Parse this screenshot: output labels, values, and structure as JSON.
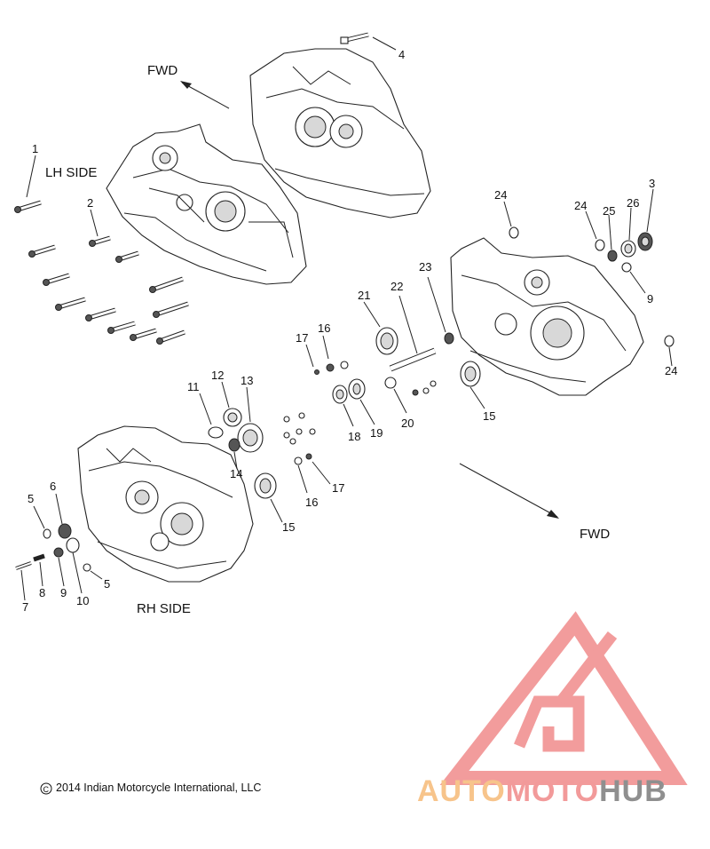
{
  "labels": {
    "fwd_top": "FWD",
    "fwd_bottom": "FWD",
    "lh_side": "LH SIDE",
    "rh_side": "RH SIDE"
  },
  "callouts": [
    {
      "id": "c1",
      "text": "1"
    },
    {
      "id": "c2",
      "text": "2"
    },
    {
      "id": "c3",
      "text": "3"
    },
    {
      "id": "c4",
      "text": "4"
    },
    {
      "id": "c5a",
      "text": "5"
    },
    {
      "id": "c5b",
      "text": "5"
    },
    {
      "id": "c6",
      "text": "6"
    },
    {
      "id": "c7",
      "text": "7"
    },
    {
      "id": "c8",
      "text": "8"
    },
    {
      "id": "c9a",
      "text": "9"
    },
    {
      "id": "c9b",
      "text": "9"
    },
    {
      "id": "c10",
      "text": "10"
    },
    {
      "id": "c11",
      "text": "11"
    },
    {
      "id": "c12",
      "text": "12"
    },
    {
      "id": "c13",
      "text": "13"
    },
    {
      "id": "c14",
      "text": "14"
    },
    {
      "id": "c15a",
      "text": "15"
    },
    {
      "id": "c15b",
      "text": "15"
    },
    {
      "id": "c16a",
      "text": "16"
    },
    {
      "id": "c16b",
      "text": "16"
    },
    {
      "id": "c17a",
      "text": "17"
    },
    {
      "id": "c17b",
      "text": "17"
    },
    {
      "id": "c18",
      "text": "18"
    },
    {
      "id": "c19",
      "text": "19"
    },
    {
      "id": "c20",
      "text": "20"
    },
    {
      "id": "c21",
      "text": "21"
    },
    {
      "id": "c22",
      "text": "22"
    },
    {
      "id": "c23",
      "text": "23"
    },
    {
      "id": "c24a",
      "text": "24"
    },
    {
      "id": "c24b",
      "text": "24"
    },
    {
      "id": "c24c",
      "text": "24"
    },
    {
      "id": "c25",
      "text": "25"
    },
    {
      "id": "c26",
      "text": "26"
    }
  ],
  "copyright": "2014 Indian Motorcycle International, LLC",
  "copyright_symbol": "C",
  "watermark": {
    "part1": "AUTO",
    "part2": "MOTO",
    "part3": "HUB"
  },
  "colors": {
    "watermark_triangle": "#f08b8b",
    "watermark_auto": "#f7c48b",
    "watermark_moto": "#f29a9a",
    "watermark_hub": "#8f8f8f"
  }
}
